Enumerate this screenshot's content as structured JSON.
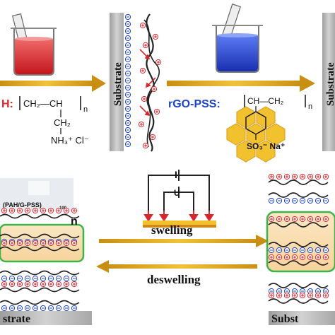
{
  "top": {
    "pah_label": "H:",
    "pah_formula": {
      "main": "CH₂—CH",
      "n": "n",
      "side1": "CH₂",
      "side2": "NH₃⁺ Cl⁻"
    },
    "substrate_label": "Substrate",
    "rgo_label": "rGO-PSS:",
    "pss_formula": {
      "main": "CH—CH₂",
      "n": "n",
      "sulfonate": "SO₃⁻ Na⁺"
    },
    "substrate_label_2": "Substrate"
  },
  "bottom": {
    "film_label": "(PAH/G-PSS)",
    "film_subscript": "100",
    "layer_n": "n",
    "circuit_I": "I",
    "circuit_U": "U",
    "swelling": "swelling",
    "deswelling": "deswelling",
    "substrate_left": "strate",
    "substrate_right": "Subst"
  },
  "colors": {
    "arrow_gold": "#d4a41c",
    "pah_red": "#d9262b",
    "pss_blue": "#1b44c6",
    "rgo_yellow": "#f2c12e",
    "substrate_grey": "#bdbdbd",
    "green_frame": "#3db34a"
  }
}
